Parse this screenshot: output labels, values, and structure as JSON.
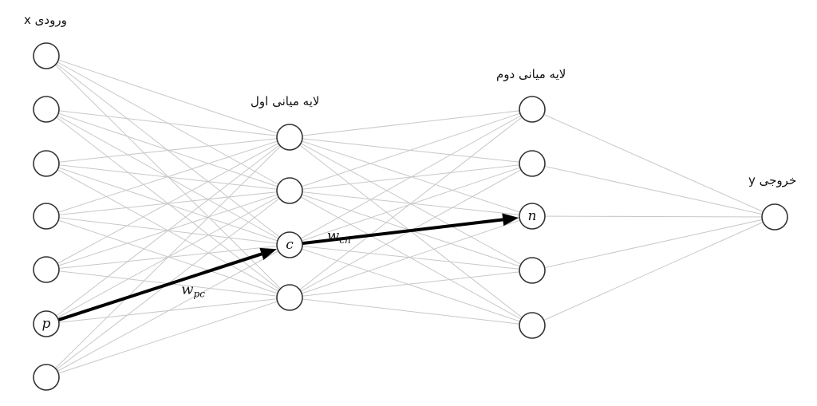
{
  "labels": {
    "input": "ورودی x",
    "hidden1": "لایه میانی اول",
    "hidden2": "لایه میانی دوم",
    "output": "خروجی y"
  },
  "layers": [
    {
      "id": "input",
      "count": 7,
      "node_labels": {
        "5": "p"
      }
    },
    {
      "id": "hidden1",
      "count": 4,
      "node_labels": {
        "2": "c"
      }
    },
    {
      "id": "hidden2",
      "count": 5,
      "node_labels": {
        "2": "n"
      }
    },
    {
      "id": "output",
      "count": 1,
      "node_labels": {}
    }
  ],
  "highlight_path": [
    {
      "from_layer": 0,
      "from_node": 5,
      "to_layer": 1,
      "to_node": 2,
      "weight": "w",
      "weight_sub": "pc"
    },
    {
      "from_layer": 1,
      "from_node": 2,
      "to_layer": 2,
      "to_node": 2,
      "weight": "w",
      "weight_sub": "cn"
    }
  ]
}
